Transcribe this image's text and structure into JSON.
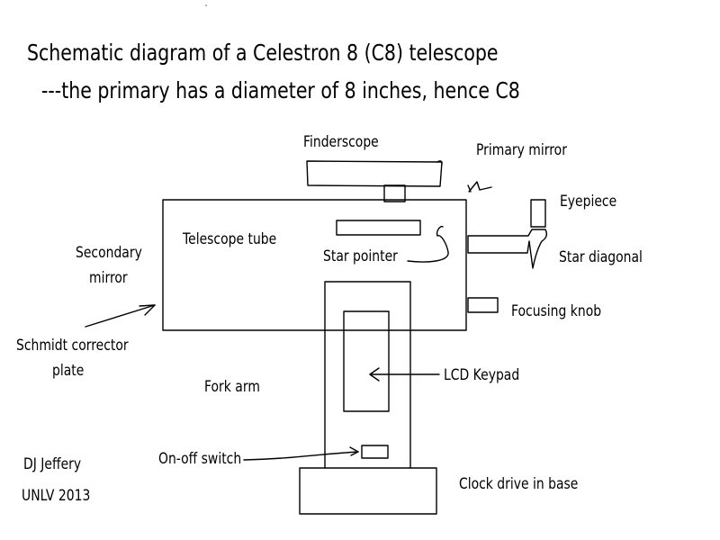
{
  "title": "Schematic diagram of a Celestron 8 (C8) telescope",
  "subtitle": "---the primary has a diameter of 8 inches, hence C8",
  "labels": {
    "finderscope": "Finderscope",
    "primary_mirror": "Primary mirror",
    "eyepiece": "Eyepiece",
    "telescope_tube": "Telescope tube",
    "star_pointer": "Star pointer",
    "star_diagonal": "Star diagonal",
    "secondary_mirror_line1": "Secondary",
    "secondary_mirror_line2": "mirror",
    "focusing_knob": "Focusing knob",
    "schmidt_line1": "Schmidt corrector",
    "schmidt_line2": "plate",
    "fork_arm": "Fork arm",
    "lcd_keypad": "LCD Keypad",
    "on_off_switch": "On-off switch",
    "clock_drive": "Clock drive in base"
  },
  "credits": {
    "author": "DJ Jeffery",
    "affiliation": "UNLV 2013"
  },
  "colors": {
    "stroke": "#000000",
    "background": "#ffffff"
  }
}
